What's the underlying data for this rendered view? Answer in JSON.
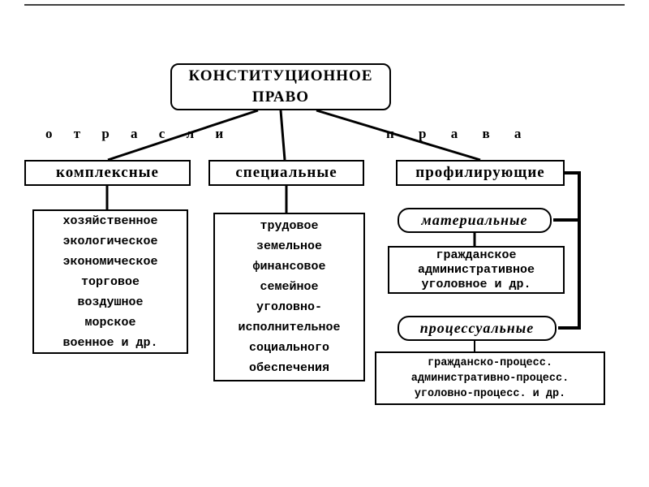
{
  "root": {
    "title": "КОНСТИТУЦИОННОЕ ПРАВО"
  },
  "scatter_label": {
    "left": "о т р а с л и",
    "right": "п р а в а"
  },
  "columns": {
    "complex": {
      "header": "комплексные",
      "items": [
        "хозяйственное",
        "экологическое",
        "экономическое",
        "торговое",
        "воздушное",
        "морское",
        "военное и др."
      ]
    },
    "special": {
      "header": "специальные",
      "items": [
        "трудовое",
        "земельное",
        "финансовое",
        "семейное",
        "уголовно-исполнительное",
        "социального обеспечения"
      ]
    },
    "profiling": {
      "header": "профилирующие",
      "material": {
        "label": "материальные",
        "items": [
          "гражданское",
          "административное",
          "уголовное и др."
        ]
      },
      "processual": {
        "label": "процессуальные",
        "items": [
          "гражданско-процесс.",
          "административно-процесс.",
          "уголовно-процесс. и др."
        ]
      }
    }
  },
  "colors": {
    "ink": "#000000",
    "background": "#ffffff"
  }
}
